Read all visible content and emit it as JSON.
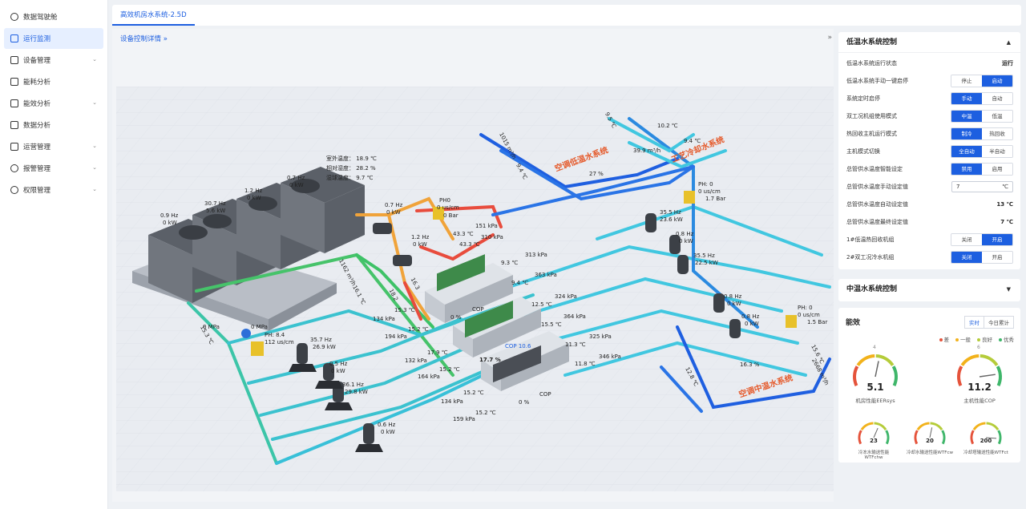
{
  "sidebar": {
    "items": [
      {
        "label": "数据驾驶舱",
        "icon": "dashboard-icon"
      },
      {
        "label": "运行监测",
        "icon": "monitor-icon"
      },
      {
        "label": "设备管理",
        "icon": "device-icon"
      },
      {
        "label": "能耗分析",
        "icon": "chart-icon"
      },
      {
        "label": "能效分析",
        "icon": "efficiency-icon"
      },
      {
        "label": "数据分析",
        "icon": "data-icon"
      },
      {
        "label": "运营管理",
        "icon": "folder-icon"
      },
      {
        "label": "报警管理",
        "icon": "alarm-icon"
      },
      {
        "label": "权限管理",
        "icon": "user-icon"
      }
    ]
  },
  "tab": {
    "label": "高效机房水系统-2.5D"
  },
  "breadcrumb": {
    "label": "设备控制详情 »"
  },
  "scene": {
    "systems": {
      "low_temp": "空调低温水系统",
      "process": "工艺冷却水系统",
      "mid_temp": "空调中温水系统"
    },
    "weather": {
      "outdoor": "室外温度： 18.9 ℃",
      "humidity": "相对湿度： 28.2 %",
      "wetbulb": "湿球温度： 9.7 ℃"
    },
    "towers": [
      {
        "hz": "0.9 Hz",
        "kw": "0 kW"
      },
      {
        "hz": "30.7 Hz",
        "kw": "5.6 kW"
      },
      {
        "hz": "1.2 Hz",
        "kw": "0 kW"
      },
      {
        "hz": "0.7 Hz",
        "kw": "0 kW"
      }
    ],
    "labels": {
      "l1": "0.7 Hz",
      "l1b": "0 kW",
      "l2": "1.2 Hz",
      "l2b": "0 kW",
      "ph0": "PH0",
      "ph0b": "0 us/cm",
      "ph0c": "0 Bar",
      "t43a": "43.3 ℃",
      "p151": "151 kPa",
      "t43b": "43.3 ℃",
      "p310": "310 kPa",
      "f162": "1162 m³/h",
      "t161": "16.1 ℃",
      "t163": "16.3",
      "t182": "18.2",
      "t153a": "15.3 ℃",
      "p134a": "134 kPa",
      "p194": "194 kPa",
      "t152a": "15.2 ℃",
      "cop1": "COP",
      "pct0a": "0 %",
      "t93": "9.3 ℃",
      "p313": "313 kPa",
      "t94": "9.4 ℃",
      "p363": "363 kPa",
      "t125": "12.5 ℃",
      "p324": "324 kPa",
      "t155": "15.5 ℃",
      "p364": "364 kPa",
      "t179": "17.9 ℃",
      "p132": "132 kPa",
      "p164": "164 kPa",
      "t152b": "15.2 ℃",
      "pct177": "17.7 %",
      "cop106": "COP 10.6",
      "t113": "11.3 ℃",
      "p325": "325 kPa",
      "t118": "11.8 ℃",
      "p346": "346 kPa",
      "t153b": "15.2 ℃",
      "p134b": "134 kPa",
      "p159": "159 kPa",
      "t152c": "15.2 ℃",
      "cop3": "COP",
      "pct0b": "0 %",
      "mpa0a": "0 MPa",
      "mpa0b": "0 MPa",
      "t153c": "15.3 ℃",
      "ph84": "PH: 8.4",
      "us112": "112 us/cm",
      "p1hz": "35.7 Hz",
      "p1kw": "26.9 kW",
      "p2hz": "0.5 Hz",
      "p2kw": "0 kW",
      "p3hz": "36.1 Hz",
      "p3kw": "29.8 kW",
      "p4hz": "0.6 Hz",
      "p4kw": "0 kW",
      "f1015": "1015 m³/h",
      "t94b": "9.4 ℃",
      "t95": "9.5 ℃",
      "t102": "10.2 ℃",
      "t94c": "9.4 ℃",
      "f399": "39.9 m³/h",
      "pct27": "27 %",
      "ph0d": "PH: 0",
      "us0d": "0 us/cm",
      "bar17": "1.7 Bar",
      "q1hz": "35.5 Hz",
      "q1kw": "23.6 kW",
      "q2hz": "0.8 Hz",
      "q2kw": "0 kW",
      "q3hz": "35.5 Hz",
      "q3kw": "22.5 kW",
      "q4hz": "0.8 Hz",
      "q4kw": "0 kW",
      "q5hz": "0.8 Hz",
      "q5kw": "0 kW",
      "ph0e": "PH: 0",
      "us0e": "0 us/cm",
      "bar15": "1.5 Bar",
      "pct163": "16.3 %",
      "t128": "12.8 ℃",
      "t156": "15.6 ℃",
      "f2668": "2668 m³/h"
    }
  },
  "low_panel": {
    "title": "低温水系统控制",
    "status_label": "低温水系统运行状态",
    "status_value": "运行",
    "rows": [
      {
        "label": "低温水系统手动一键启停",
        "a": "停止",
        "b": "启动",
        "on": "b"
      },
      {
        "label": "系统定时启停",
        "a": "手动",
        "b": "自动",
        "on": "a"
      },
      {
        "label": "双工况机组使用模式",
        "a": "中温",
        "b": "低温",
        "on": "a"
      },
      {
        "label": "热回收主机运行模式",
        "a": "制冷",
        "b": "热回收",
        "on": "a"
      },
      {
        "label": "主机模式切换",
        "a": "全自动",
        "b": "半自动",
        "on": "a"
      },
      {
        "label": "总管供水温度智能设定",
        "a": "禁用",
        "b": "启用",
        "on": "a"
      }
    ],
    "manual_label": "总管供水温度手动设定值",
    "manual_value": "7",
    "manual_unit": "℃",
    "auto_label": "总管供水温度自动设定值",
    "auto_value": "13 ℃",
    "final_label": "总管供水温度最终设定值",
    "final_value": "7 ℃",
    "rows2": [
      {
        "label": "1#低温热回收机组",
        "a": "关闭",
        "b": "开启",
        "on": "b"
      },
      {
        "label": "2#双工况冷水机组",
        "a": "关闭",
        "b": "开启",
        "on": "a"
      }
    ]
  },
  "mid_panel": {
    "title": "中温水系统控制"
  },
  "eff_panel": {
    "title": "能效",
    "tab_realtime": "实时",
    "tab_today": "今日累计",
    "legend": [
      {
        "label": "差",
        "color": "#e5533b"
      },
      {
        "label": "一般",
        "color": "#f2b21b"
      },
      {
        "label": "良好",
        "color": "#b5cc3a"
      },
      {
        "label": "优秀",
        "color": "#3fb66a"
      }
    ],
    "g1": {
      "value": "5.1",
      "name": "机房性能EERsys",
      "max": "4",
      "level": 0.55
    },
    "g2": {
      "value": "11.2",
      "name": "主机性能COP",
      "max": "6",
      "level": 0.85
    },
    "g3": {
      "value": "23",
      "name": "冷冻水输送性能WTFchw",
      "level": 0.6
    },
    "g4": {
      "value": "20",
      "name": "冷却水输送性能WTFcw",
      "level": 0.55
    },
    "g5": {
      "value": "200",
      "name": "冷却塔输送性能WTFct",
      "level": 0.9
    }
  }
}
